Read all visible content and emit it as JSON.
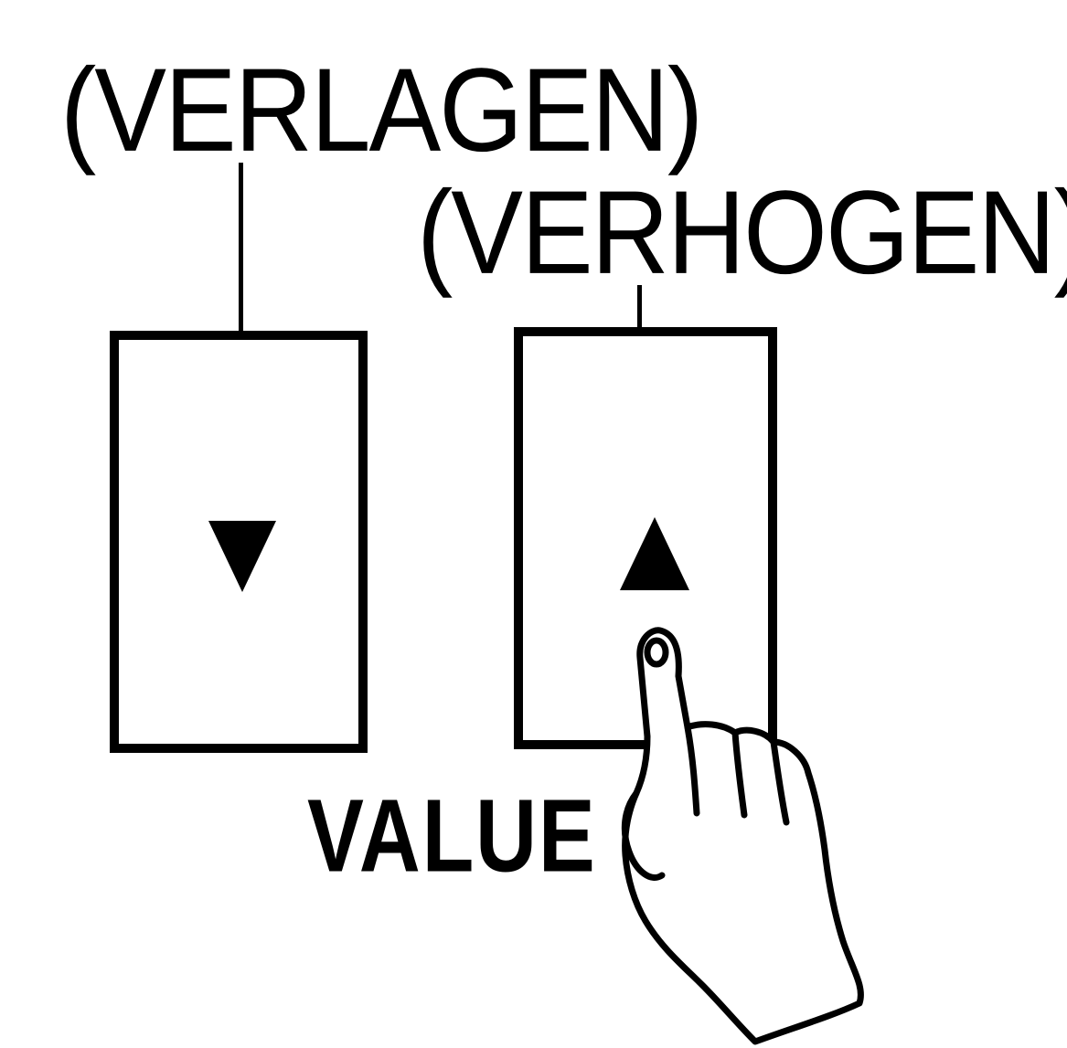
{
  "labels": {
    "decrease": "(VERLAGEN)",
    "increase": "(VERHOGEN)",
    "value": "VALUE"
  },
  "icons": {
    "decrease_key": "down-triangle-icon",
    "increase_key": "up-triangle-icon",
    "pointer": "pointing-hand-icon"
  },
  "colors": {
    "ink": "#000000",
    "background": "#ffffff"
  }
}
